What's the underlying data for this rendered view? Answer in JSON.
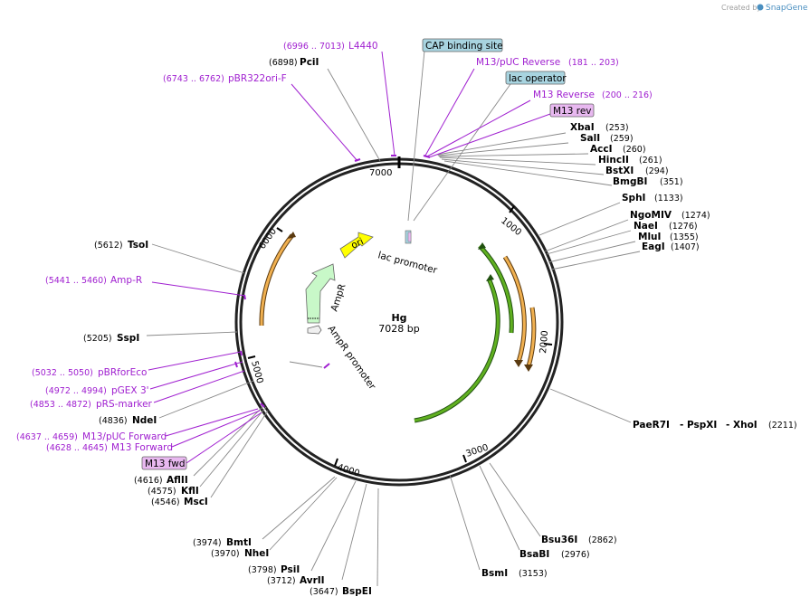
{
  "credit": {
    "prefix": "Created by",
    "brand": "SnapGene"
  },
  "plasmid": {
    "name": "Hg",
    "length": "7028 bp"
  },
  "ticks": [
    "1000",
    "2000",
    "3000",
    "4000",
    "5000",
    "6000",
    "7000"
  ],
  "enzymes": [
    {
      "name": "PciI",
      "pos": "(6898)"
    },
    {
      "name": "XbaI",
      "pos": "(253)"
    },
    {
      "name": "SalI",
      "pos": "(259)"
    },
    {
      "name": "AccI",
      "pos": "(260)"
    },
    {
      "name": "HincII",
      "pos": "(261)"
    },
    {
      "name": "BstXI",
      "pos": "(294)"
    },
    {
      "name": "BmgBI",
      "pos": "(351)"
    },
    {
      "name": "SphI",
      "pos": "(1133)"
    },
    {
      "name": "NgoMIV",
      "pos": "(1274)"
    },
    {
      "name": "NaeI",
      "pos": "(1276)"
    },
    {
      "name": "MluI",
      "pos": "(1355)"
    },
    {
      "name": "EagI",
      "pos": "(1407)"
    },
    {
      "name": "PaeR7I",
      "pos": "(2211)",
      "name2": "- PspXI",
      "name3": "- XhoI"
    },
    {
      "name": "Bsu36I",
      "pos": "(2862)"
    },
    {
      "name": "BsaBI",
      "pos": "(2976)"
    },
    {
      "name": "BsmI",
      "pos": "(3153)"
    },
    {
      "name": "BspEI",
      "pos": "(3647)"
    },
    {
      "name": "AvrII",
      "pos": "(3712)"
    },
    {
      "name": "PsiI",
      "pos": "(3798)"
    },
    {
      "name": "NheI",
      "pos": "(3970)"
    },
    {
      "name": "BmtI",
      "pos": "(3974)"
    },
    {
      "name": "MscI",
      "pos": "(4546)"
    },
    {
      "name": "KflI",
      "pos": "(4575)"
    },
    {
      "name": "AflII",
      "pos": "(4616)"
    },
    {
      "name": "NdeI",
      "pos": "(4836)"
    },
    {
      "name": "SspI",
      "pos": "(5205)"
    },
    {
      "name": "TsoI",
      "pos": "(5612)"
    }
  ],
  "primers": [
    {
      "name": "L4440",
      "pos": "(6996 .. 7013)"
    },
    {
      "name": "pBR322ori-F",
      "pos": "(6743 .. 6762)"
    },
    {
      "name": "M13/pUC Reverse",
      "pos": "(181 .. 203)"
    },
    {
      "name": "M13 Reverse",
      "pos": "(200 .. 216)"
    },
    {
      "name": "Amp-R",
      "pos": "(5441 .. 5460)"
    },
    {
      "name": "pBRforEco",
      "pos": "(5032 .. 5050)"
    },
    {
      "name": "pGEX 3'",
      "pos": "(4972 .. 4994)"
    },
    {
      "name": "pRS-marker",
      "pos": "(4853 .. 4872)"
    },
    {
      "name": "M13/pUC Forward",
      "pos": "(4637 .. 4659)"
    },
    {
      "name": "M13 Forward",
      "pos": "(4628 .. 4645)"
    }
  ],
  "boxes": {
    "cap": "CAP binding site",
    "lacop": "lac operator",
    "m13rev": "M13 rev",
    "m13fwd": "M13 fwd"
  },
  "features": {
    "ori": "ori",
    "lac_promoter": "lac promoter",
    "ampr": "AmpR",
    "ampr_promoter": "AmpR promoter"
  },
  "colors": {
    "primer": "#a020d0",
    "box_blue": "#a8d4e0",
    "box_purple": "#e8b8f0",
    "ori": "#ffff00",
    "ampr": "#c8f8c8",
    "orange_arc": "#f0b050",
    "green_arc": "#60b020"
  }
}
